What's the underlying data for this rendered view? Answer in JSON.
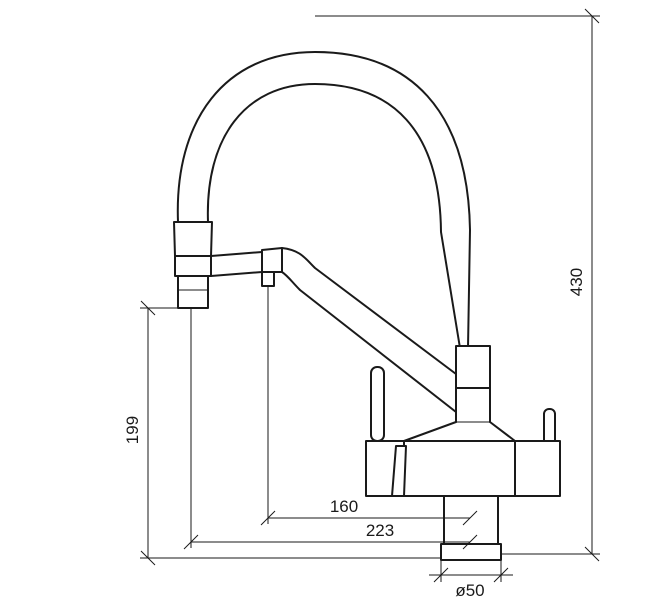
{
  "drawing": {
    "dimensions": {
      "total_height": "430",
      "spout_height": "199",
      "reach_short": "160",
      "reach_long": "223",
      "base_diameter": "ø50"
    }
  }
}
